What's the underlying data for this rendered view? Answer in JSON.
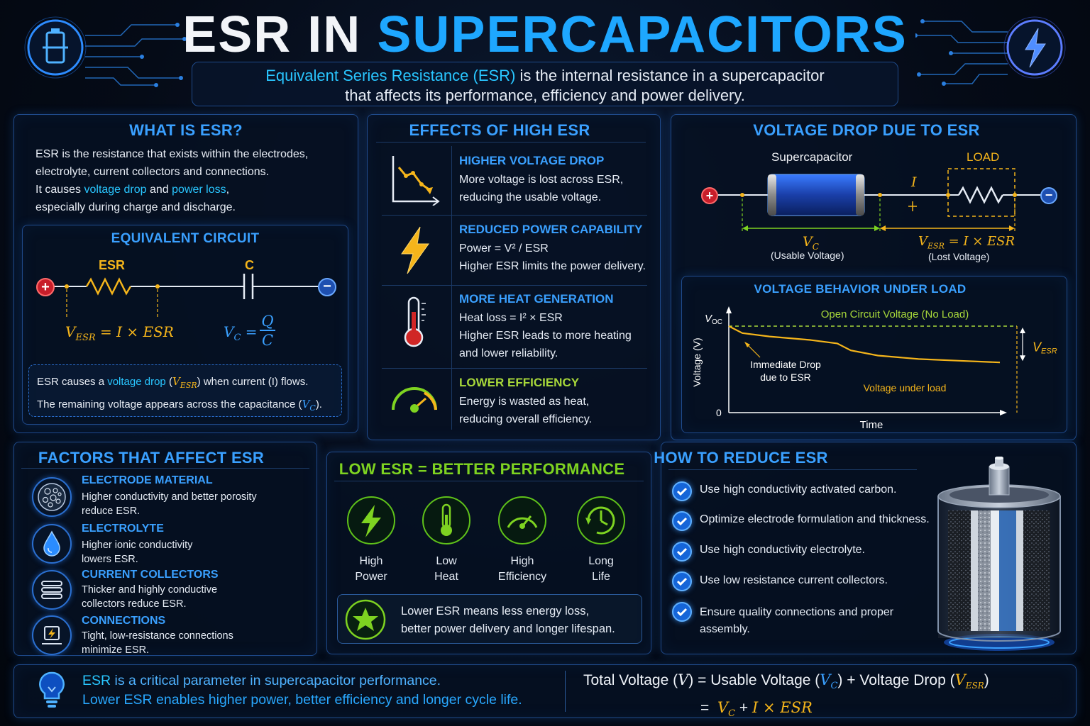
{
  "header": {
    "title_part1": "ESR IN ",
    "title_part2": "SUPERCAPACITORS",
    "subtitle_highlight": "Equivalent Series Resistance (ESR)",
    "subtitle_rest1": " is the internal resistance in a supercapacitor",
    "subtitle_line2": "that affects its performance, efficiency and power delivery."
  },
  "what_is_esr": {
    "title": "WHAT IS ESR?",
    "line1": "ESR is the resistance that exists within the electrodes,",
    "line2": "electrolyte, current collectors and connections.",
    "line3_a": "It causes ",
    "line3_b": "voltage drop",
    "line3_c": " and ",
    "line3_d": "power loss",
    "line3_e": ",",
    "line4": "especially during charge and discharge."
  },
  "equivalent_circuit": {
    "title": "EQUIVALENT CIRCUIT",
    "esr_label": "ESR",
    "c_label": "C",
    "plus": "+",
    "minus": "−",
    "eq_vesr": "V",
    "eq_vesr_sub": "ESR",
    "eq_vesr_rest": " = I × ESR",
    "eq_vc": "V",
    "eq_vc_sub": "C",
    "eq_vc_eq": " = ",
    "eq_q": "Q",
    "eq_c": "C",
    "note1_a": "ESR causes a ",
    "note1_b": "voltage drop",
    "note1_c": " (",
    "note1_d": "V",
    "note1_e": "ESR",
    "note1_f": ") when current (I) flows.",
    "note2_a": "The remaining voltage appears across the capacitance (",
    "note2_b": "V",
    "note2_c": "C",
    "note2_d": ")."
  },
  "effects": {
    "title": "EFFECTS OF HIGH ESR",
    "items": [
      {
        "title": "HIGHER VOLTAGE DROP",
        "l1": "More voltage is lost across ESR,",
        "l2": "reducing the usable voltage.",
        "icon": "declining-graph-icon"
      },
      {
        "title": "REDUCED POWER CAPABILITY",
        "l1": "Power = V² / ESR",
        "l2": "Higher ESR limits the power delivery.",
        "icon": "lightning-icon"
      },
      {
        "title": "MORE HEAT GENERATION",
        "l1": "Heat loss = I² × ESR",
        "l2": "Higher ESR leads to more heating",
        "l3": "and lower reliability.",
        "icon": "thermometer-icon"
      },
      {
        "title": "LOWER EFFICIENCY",
        "l1": "Energy is wasted as heat,",
        "l2": "reducing overall efficiency.",
        "icon": "gauge-icon"
      }
    ]
  },
  "voltage_drop": {
    "title": "VOLTAGE DROP DUE TO ESR",
    "supercap_label": "Supercapacitor",
    "load_label": "LOAD",
    "current_label": "I",
    "vc_label": "V",
    "vc_sub": "C",
    "vc_desc": "(Usable Voltage)",
    "vesr_label": "V",
    "vesr_sub": "ESR",
    "vesr_eq": " = I × ESR",
    "vesr_desc": "(Lost Voltage)",
    "plus": "+",
    "minus": "−"
  },
  "chart_data": {
    "type": "line",
    "title": "VOLTAGE BEHAVIOR UNDER LOAD",
    "xlabel": "Time",
    "ylabel": "Voltage (V)",
    "y_top_label": "V",
    "y_top_sub": "OC",
    "y_zero_label": "0",
    "open_circuit_label": "Open Circuit Voltage (No Load)",
    "drop_annotation_l1": "Immediate Drop",
    "drop_annotation_l2": "due to ESR",
    "series_label": "Voltage under load",
    "vesr_label": "V",
    "vesr_sub": "ESR",
    "x": [
      0,
      0.05,
      0.15,
      0.3,
      0.4,
      0.45,
      0.55,
      0.7,
      0.85,
      1.0
    ],
    "y": [
      1.0,
      0.92,
      0.88,
      0.84,
      0.8,
      0.72,
      0.66,
      0.62,
      0.6,
      0.58
    ],
    "ylim": [
      0,
      1.0
    ],
    "xlim": [
      0,
      1.0
    ],
    "colors": {
      "series": "#f5b51b",
      "ocv": "#a8d83a",
      "axis": "#ffffff"
    }
  },
  "factors": {
    "title": "FACTORS THAT AFFECT ESR",
    "items": [
      {
        "title": "ELECTRODE MATERIAL",
        "l1": "Higher conductivity and better porosity",
        "l2": "reduce ESR.",
        "icon": "porous-material-icon"
      },
      {
        "title": "ELECTROLYTE",
        "l1": "Higher ionic conductivity",
        "l2": "lowers ESR.",
        "icon": "droplet-icon"
      },
      {
        "title": "CURRENT COLLECTORS",
        "l1": "Thicker and highly conductive",
        "l2": "collectors reduce ESR.",
        "icon": "layers-icon"
      },
      {
        "title": "CONNECTIONS",
        "l1": "Tight, low-resistance connections",
        "l2": "minimize ESR.",
        "icon": "connection-icon"
      }
    ]
  },
  "low_esr": {
    "title": "LOW ESR = BETTER PERFORMANCE",
    "items": [
      {
        "l1": "High",
        "l2": "Power",
        "icon": "lightning-icon"
      },
      {
        "l1": "Low",
        "l2": "Heat",
        "icon": "thermometer-icon"
      },
      {
        "l1": "High",
        "l2": "Efficiency",
        "icon": "gauge-icon"
      },
      {
        "l1": "Long",
        "l2": "Life",
        "icon": "clock-icon"
      }
    ],
    "summary_l1": "Lower ESR means less energy loss,",
    "summary_l2": "better power delivery and longer lifespan."
  },
  "reduce": {
    "title": "HOW TO REDUCE ESR",
    "items": [
      {
        "l1": "Use high conductivity activated carbon."
      },
      {
        "l1": "Optimize electrode formulation and thickness."
      },
      {
        "l1": "Use high conductivity electrolyte."
      },
      {
        "l1": "Use low resistance current collectors."
      },
      {
        "l1": "Ensure quality connections and proper",
        "l2": "assembly."
      }
    ]
  },
  "footer": {
    "l1_a": "ESR",
    "l1_b": " is a critical parameter in supercapacitor performance.",
    "l2_a": "Lower ESR",
    "l2_b": " enables ",
    "l2_c": "higher power, better efficiency and longer cycle life.",
    "eq1_a": "Total Voltage (",
    "eq1_v": "V",
    "eq1_b": ")  =  Usable Voltage (",
    "eq1_vc": "V",
    "eq1_vc_sub": "C",
    "eq1_c": ")  + Voltage Drop (",
    "eq1_vesr": "V",
    "eq1_vesr_sub": "ESR",
    "eq1_d": ")",
    "eq2_eq": "=",
    "eq2_vc": "V",
    "eq2_vc_sub": "C",
    "eq2_plus": " + ",
    "eq2_rest": "I × ESR"
  }
}
